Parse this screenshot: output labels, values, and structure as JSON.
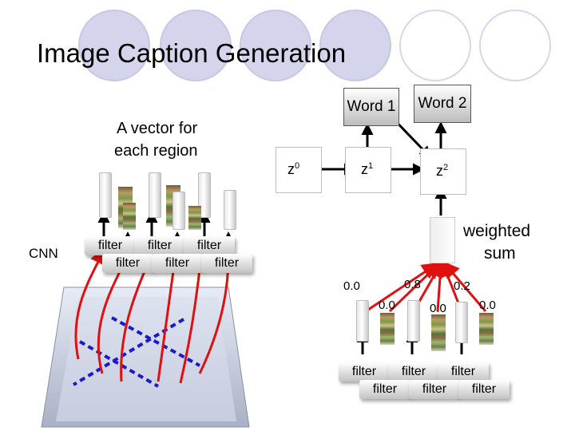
{
  "title": "Image Caption Generation",
  "labels": {
    "vector_for": "A vector for",
    "each_region": "each region",
    "cnn": "CNN",
    "weighted": "weighted",
    "sum": "sum"
  },
  "words": [
    "Word 1",
    "Word 2"
  ],
  "z": [
    {
      "base": "z",
      "sup": "0"
    },
    {
      "base": "z",
      "sup": "1"
    },
    {
      "base": "z",
      "sup": "2"
    }
  ],
  "filter_label": "filter",
  "weights": [
    "0.0",
    "0.8",
    "0.2",
    "0.0",
    "0.0",
    "0.0"
  ],
  "colors": {
    "circle_fill": "#d4d4ec",
    "arrow_red": "#e01010",
    "dash_blue": "#1a1acc",
    "arrow_black": "#000000"
  }
}
